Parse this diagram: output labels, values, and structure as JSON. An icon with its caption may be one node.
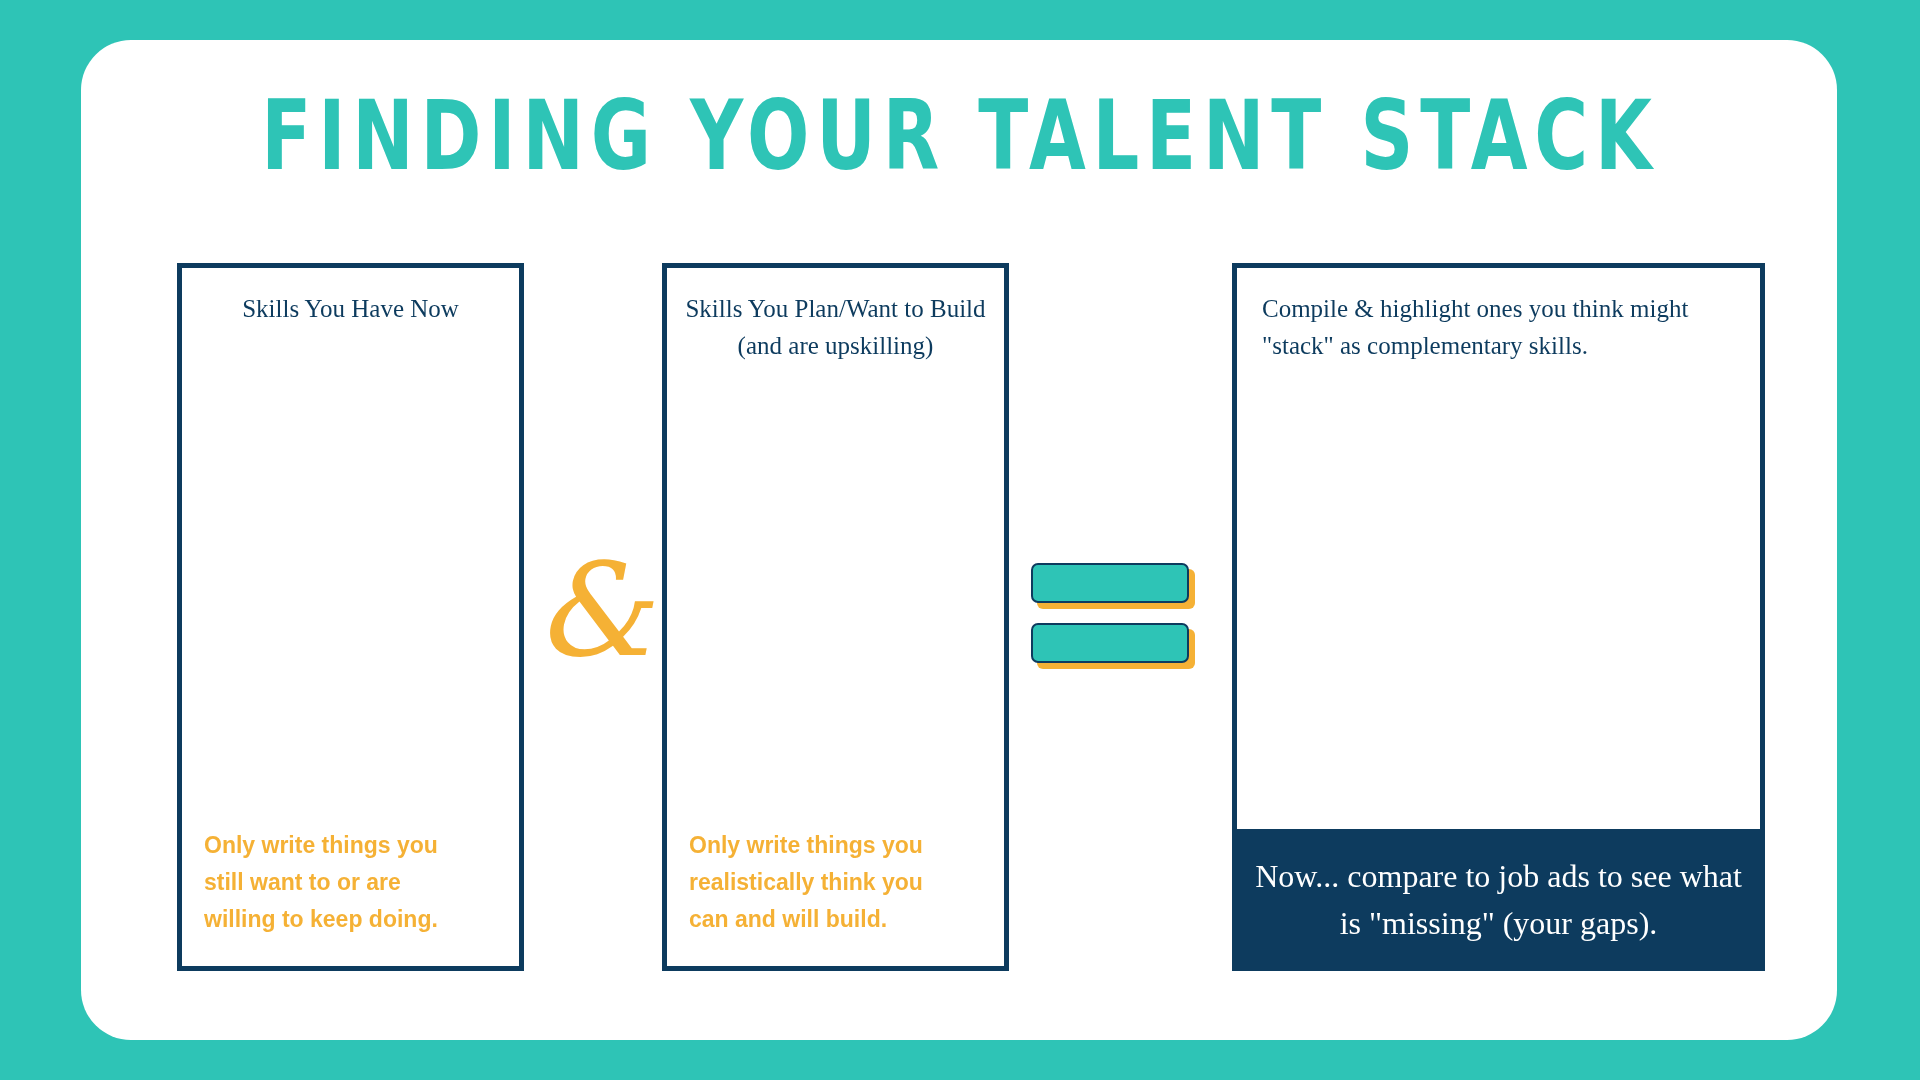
{
  "diagram": {
    "title": "FINDING YOUR TALENT STACK",
    "nodes": [
      {
        "text": [
          "Skills You Have Now",
          "Only write things you still want to or are willing to keep doing."
        ]
      },
      {
        "text": [
          "Skills You Plan/Want to Build (and are upskilling)",
          "Only write things you realistically think you can and will build."
        ]
      },
      {
        "text": [
          "Compile & highlight ones you think might \"stack\" as complementary skills."
        ]
      },
      {
        "text": [
          "Now... compare to job ads to see what is \"missing\" (your gaps)."
        ],
        "in": 2
      }
    ],
    "edges": [],
    "labels": [
      "&"
    ]
  }
}
